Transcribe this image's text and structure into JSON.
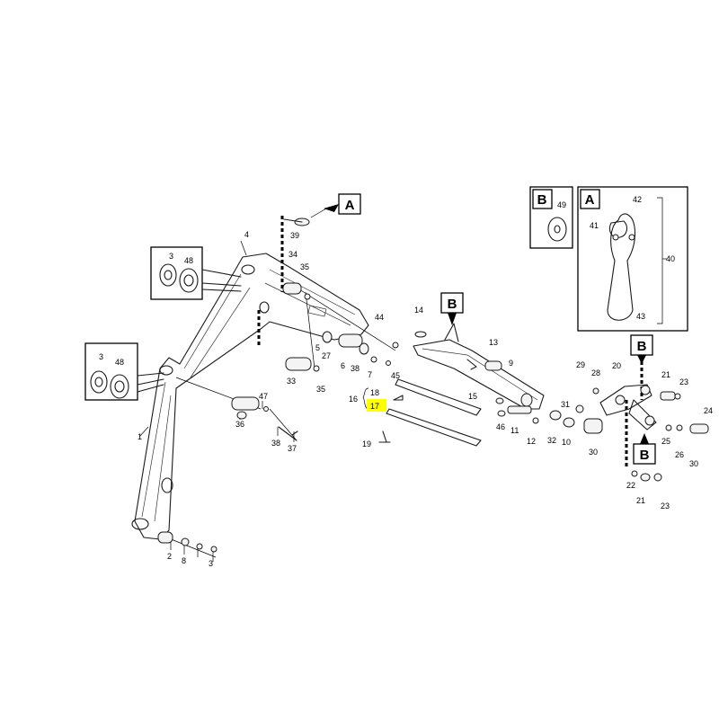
{
  "diagram": {
    "highlight_color": "#ffff00",
    "highlighted_part": "17",
    "callout_boxes": {
      "A_main": "A",
      "B_main": "B",
      "B_detail": "B",
      "A_detail": "A",
      "B_right_top": "B",
      "B_right_bottom": "B"
    },
    "part_numbers": {
      "p1": "1",
      "p2": "2",
      "p3a": "3",
      "p3b": "3",
      "p4": "4",
      "p5": "5",
      "p6": "6",
      "p7": "7",
      "p8": "8",
      "p9": "9",
      "p10": "10",
      "p11": "11",
      "p12": "12",
      "p13": "13",
      "p14": "14",
      "p15": "15",
      "p16": "16",
      "p17": "17",
      "p18": "18",
      "p19": "19",
      "p20": "20",
      "p21a": "21",
      "p21b": "21",
      "p22": "22",
      "p23a": "23",
      "p23b": "23",
      "p24": "24",
      "p25": "25",
      "p26": "26",
      "p27": "27",
      "p28": "28",
      "p29": "29",
      "p30": "30",
      "p31": "31",
      "p32": "32",
      "p33": "33",
      "p34": "34",
      "p35a": "35",
      "p35b": "35",
      "p36": "36",
      "p37": "37",
      "p38a": "38",
      "p38b": "38",
      "p39": "39",
      "p40": "40",
      "p41": "41",
      "p42": "42",
      "p43": "43",
      "p44": "44",
      "p45": "45",
      "p46": "46",
      "p47": "47",
      "p48a": "48",
      "p48b": "48",
      "p49": "49",
      "p3c": "3"
    }
  }
}
